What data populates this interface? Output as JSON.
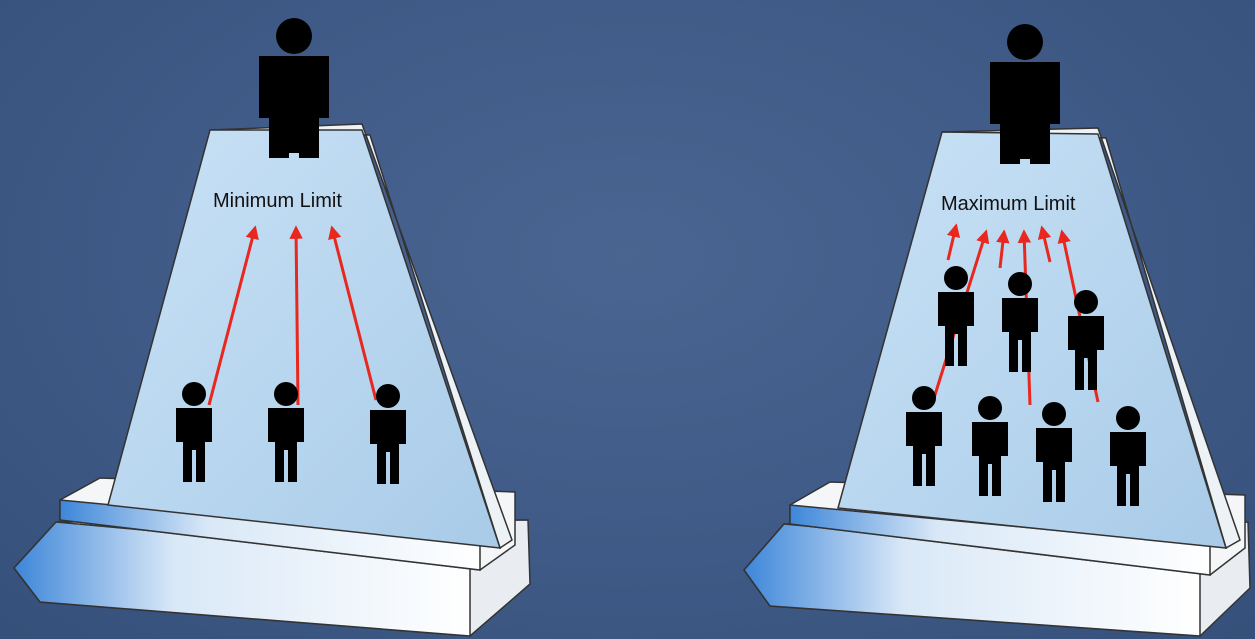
{
  "diagram": {
    "panels": [
      {
        "id": "min",
        "label": "Minimum Limit",
        "crowd_count": 3
      },
      {
        "id": "max",
        "label": "Maximum Limit",
        "crowd_count": 7
      }
    ],
    "colors": {
      "background": "#3f5a86",
      "slab_face": "#b9d7ee",
      "slab_edge": "#e9eef3",
      "base": "#f2f4f6",
      "base_shade": "#5a9be0",
      "arrow": "#e8281e",
      "person": "#000000"
    },
    "icons": [
      "person-icon",
      "arrow-icon"
    ]
  }
}
